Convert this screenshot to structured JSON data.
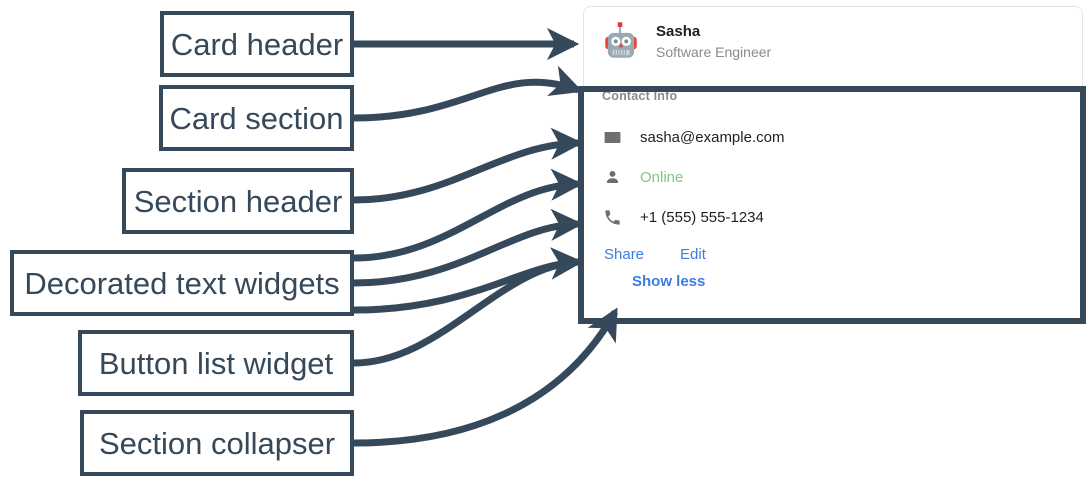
{
  "annotations": [
    {
      "label": "Card header",
      "target": "card-header"
    },
    {
      "label": "Card section",
      "target": "card-section"
    },
    {
      "label": "Section header",
      "target": "section-header"
    },
    {
      "label": "Decorated text widgets",
      "target": "decorated-text-widgets"
    },
    {
      "label": "Button list widget",
      "target": "button-list-widget"
    },
    {
      "label": "Section collapser",
      "target": "section-collapser"
    }
  ],
  "card": {
    "header": {
      "avatar_icon": "robot-avatar-icon",
      "title": "Sasha",
      "subtitle": "Software Engineer"
    },
    "section": {
      "header": "Contact Info",
      "rows": [
        {
          "icon": "email-icon",
          "text": "sasha@example.com",
          "status": false
        },
        {
          "icon": "person-icon",
          "text": "Online",
          "status": true
        },
        {
          "icon": "phone-icon",
          "text": "+1 (555) 555-1234",
          "status": false
        }
      ],
      "buttons": [
        {
          "label": "Share"
        },
        {
          "label": "Edit"
        }
      ],
      "collapser": {
        "label": "Show less"
      }
    }
  },
  "colors": {
    "annotation": "#36495a",
    "link": "#3d7ce0",
    "online": "#81c784",
    "muted": "#8a8a8a",
    "icon": "#6e6e6e",
    "card_border": "#e4e4e4"
  }
}
